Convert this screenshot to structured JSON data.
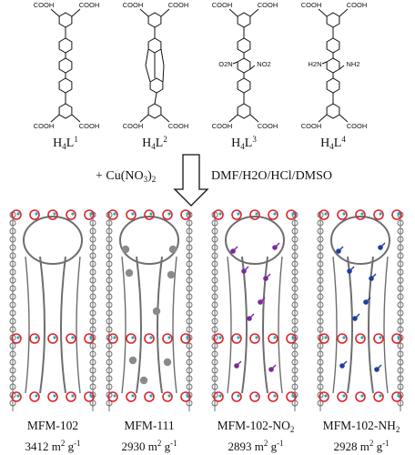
{
  "ligands": [
    {
      "base": "H",
      "sub1": "4",
      "mid": "L",
      "sup": "1",
      "substituent": ""
    },
    {
      "base": "H",
      "sub1": "4",
      "mid": "L",
      "sup": "2",
      "substituent": ""
    },
    {
      "base": "H",
      "sub1": "4",
      "mid": "L",
      "sup": "3",
      "substituent": "NO2"
    },
    {
      "base": "H",
      "sub1": "4",
      "mid": "L",
      "sup": "4",
      "substituent": "NH2"
    }
  ],
  "reaction": {
    "reagent_prefix": "+ Cu(NO",
    "reagent_sub": "3",
    "reagent_suffix": ")",
    "reagent_sub2": "2",
    "conditions": "DMF/H2O/HCl/DMSO"
  },
  "group_labels": {
    "acid": "COOH",
    "nitro_left": "O2N",
    "nitro_right": "NO2",
    "amino_left": "H2N",
    "amino_right": "NH2"
  },
  "frameworks": [
    {
      "name": "MFM-102",
      "name_sub": "",
      "area": "3412 m",
      "area_sup": "2",
      "area_unit": " g",
      "area_unit_sup": "-1",
      "accent": ""
    },
    {
      "name": "MFM-111",
      "name_sub": "",
      "area": "2930 m",
      "area_sup": "2",
      "area_unit": " g",
      "area_unit_sup": "-1",
      "accent": "#8a8a8a"
    },
    {
      "name": "MFM-102-NO",
      "name_sub": "2",
      "area": "2893 m",
      "area_sup": "2",
      "area_unit": " g",
      "area_unit_sup": "-1",
      "accent": "#7a2a9a"
    },
    {
      "name": "MFM-102-NH",
      "name_sub": "2",
      "area": "2928 m",
      "area_sup": "2",
      "area_unit": " g",
      "area_unit_sup": "-1",
      "accent": "#1f3f9f"
    }
  ],
  "colors": {
    "oxygen": "#d9262b",
    "copper": "#2aa6b8",
    "carbon": "#6e6e6e",
    "nitrogen": "#2a3f9f"
  }
}
